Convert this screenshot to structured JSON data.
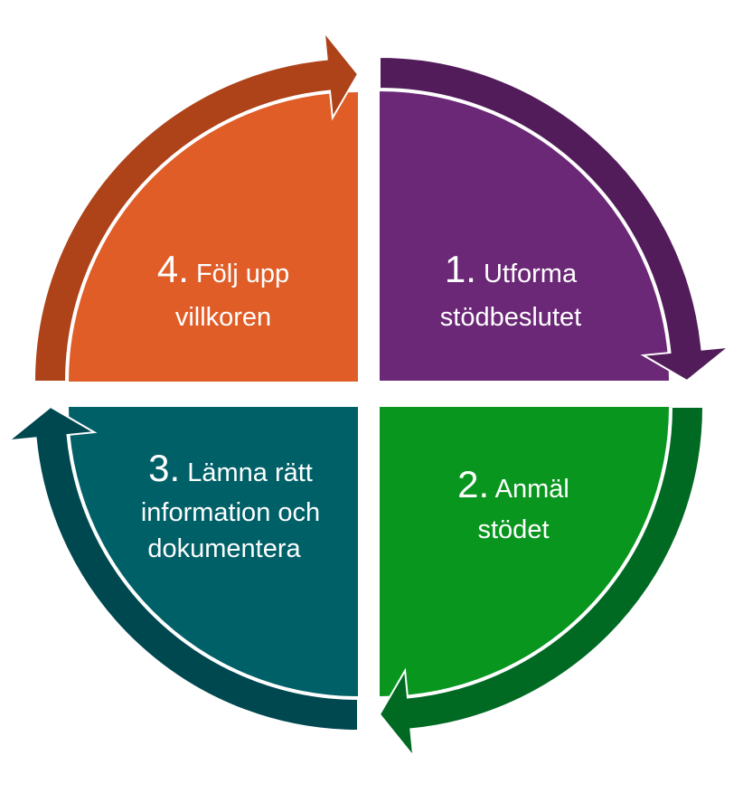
{
  "steps": [
    {
      "number": "1.",
      "line1": "Utforma",
      "line2": "stödbeslutet",
      "line3": "",
      "fill": "#6B2877",
      "band": "#521C5A"
    },
    {
      "number": "2.",
      "line1": "Anmäl",
      "line2": "stödet",
      "line3": "",
      "fill": "#08961E",
      "band": "#006A23"
    },
    {
      "number": "3.",
      "line1": "Lämna rätt",
      "line2": "information och",
      "line3": "dokumentera",
      "fill": "#006068",
      "band": "#004850"
    },
    {
      "number": "4.",
      "line1": "Följ upp",
      "line2": "villkoren",
      "line3": "",
      "fill": "#E05D28",
      "band": "#AE4219"
    }
  ]
}
